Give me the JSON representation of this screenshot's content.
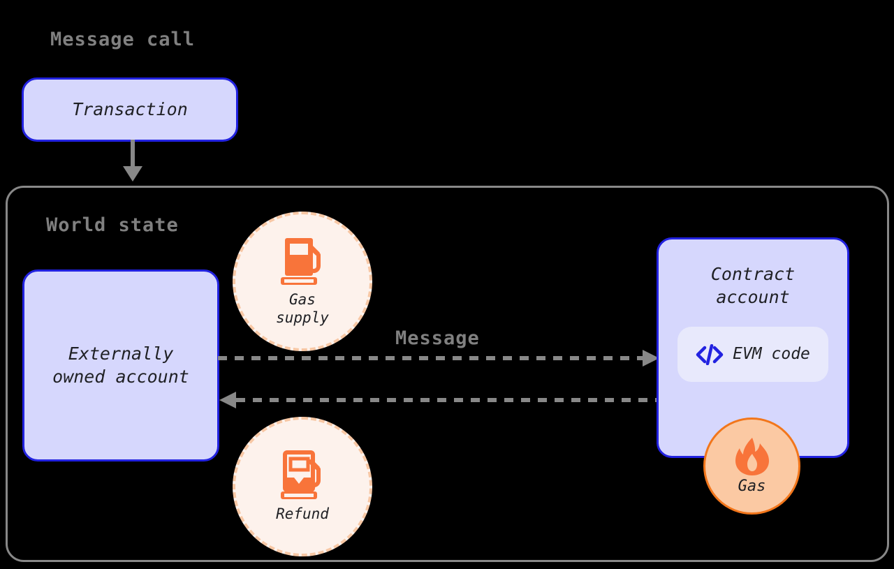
{
  "diagram": {
    "title": "Message call",
    "background_color": "#000000",
    "accent_blue": "#2222e0",
    "node_fill": "#d6d7fd",
    "accent_orange": "#f2761b",
    "gray": "#808080"
  },
  "transaction": {
    "label": "Transaction"
  },
  "world_state": {
    "title": "World state"
  },
  "eoa": {
    "line1": "Externally",
    "line2": "owned account"
  },
  "contract": {
    "line1": "Contract",
    "line2": "account",
    "evm_code_label": "EVM code",
    "evm_code_icon": "code-brackets-icon"
  },
  "gas_supply": {
    "line1": "Gas",
    "line2": "supply",
    "icon": "gas-pump-full-icon"
  },
  "refund": {
    "line1": "Refund",
    "icon": "gas-pump-partial-icon"
  },
  "gas": {
    "label": "Gas",
    "icon": "flame-icon"
  },
  "edges": {
    "transaction_to_world_state": "solid-arrow-down",
    "message_label": "Message",
    "message_forward": "dashed-arrow-right",
    "message_return": "dashed-arrow-left"
  }
}
